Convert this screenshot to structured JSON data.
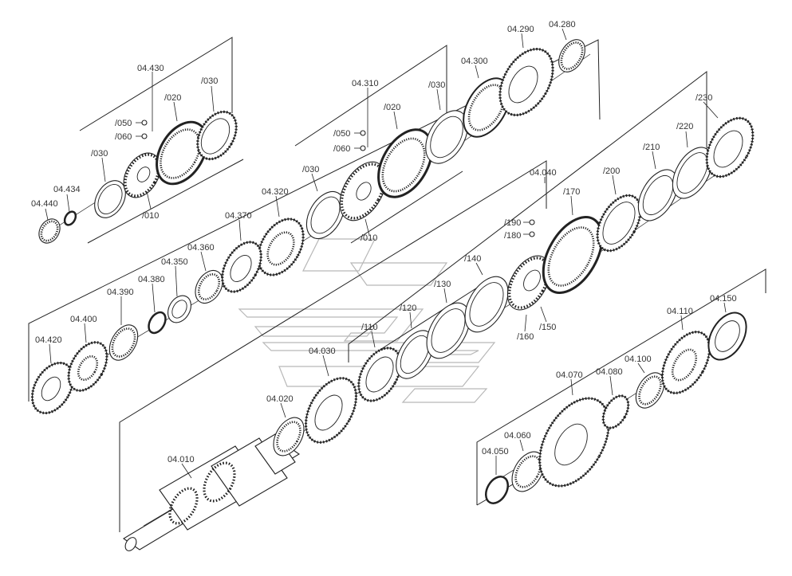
{
  "labels": {
    "l04430": "04.430",
    "l04310": "04.310",
    "l04290": "04.290",
    "l04280": "04.280",
    "l04300": "04.300",
    "l04040": "04.040",
    "l04320": "04.320",
    "l04370": "04.370",
    "l04360": "04.360",
    "l04350": "04.350",
    "l04380": "04.380",
    "l04390": "04.390",
    "l04400": "04.400",
    "l04420": "04.420",
    "l04440": "04.440",
    "l04434": "04.434",
    "l04030": "04.030",
    "l04020": "04.020",
    "l04010": "04.010",
    "l04070": "04.070",
    "l04060": "04.060",
    "l04050": "04.050",
    "l04080": "04.080",
    "l04100": "04.100",
    "l04110": "04.110",
    "l04150": "04.150",
    "a030": "/030",
    "a020": "/020",
    "a050": "/050",
    "a060": "/060",
    "a030b": "/030",
    "a010": "/010",
    "b020": "/020",
    "b030": "/030",
    "b050": "/050",
    "b060": "/060",
    "b030b": "/030",
    "b010": "/010",
    "c230": "/230",
    "c220": "/220",
    "c210": "/210",
    "c200": "/200",
    "c170": "/170",
    "c190": "/190",
    "c180": "/180",
    "c140": "/140",
    "c130": "/130",
    "c120": "/120",
    "c110": "/110",
    "c150": "/150",
    "c160": "/160"
  }
}
